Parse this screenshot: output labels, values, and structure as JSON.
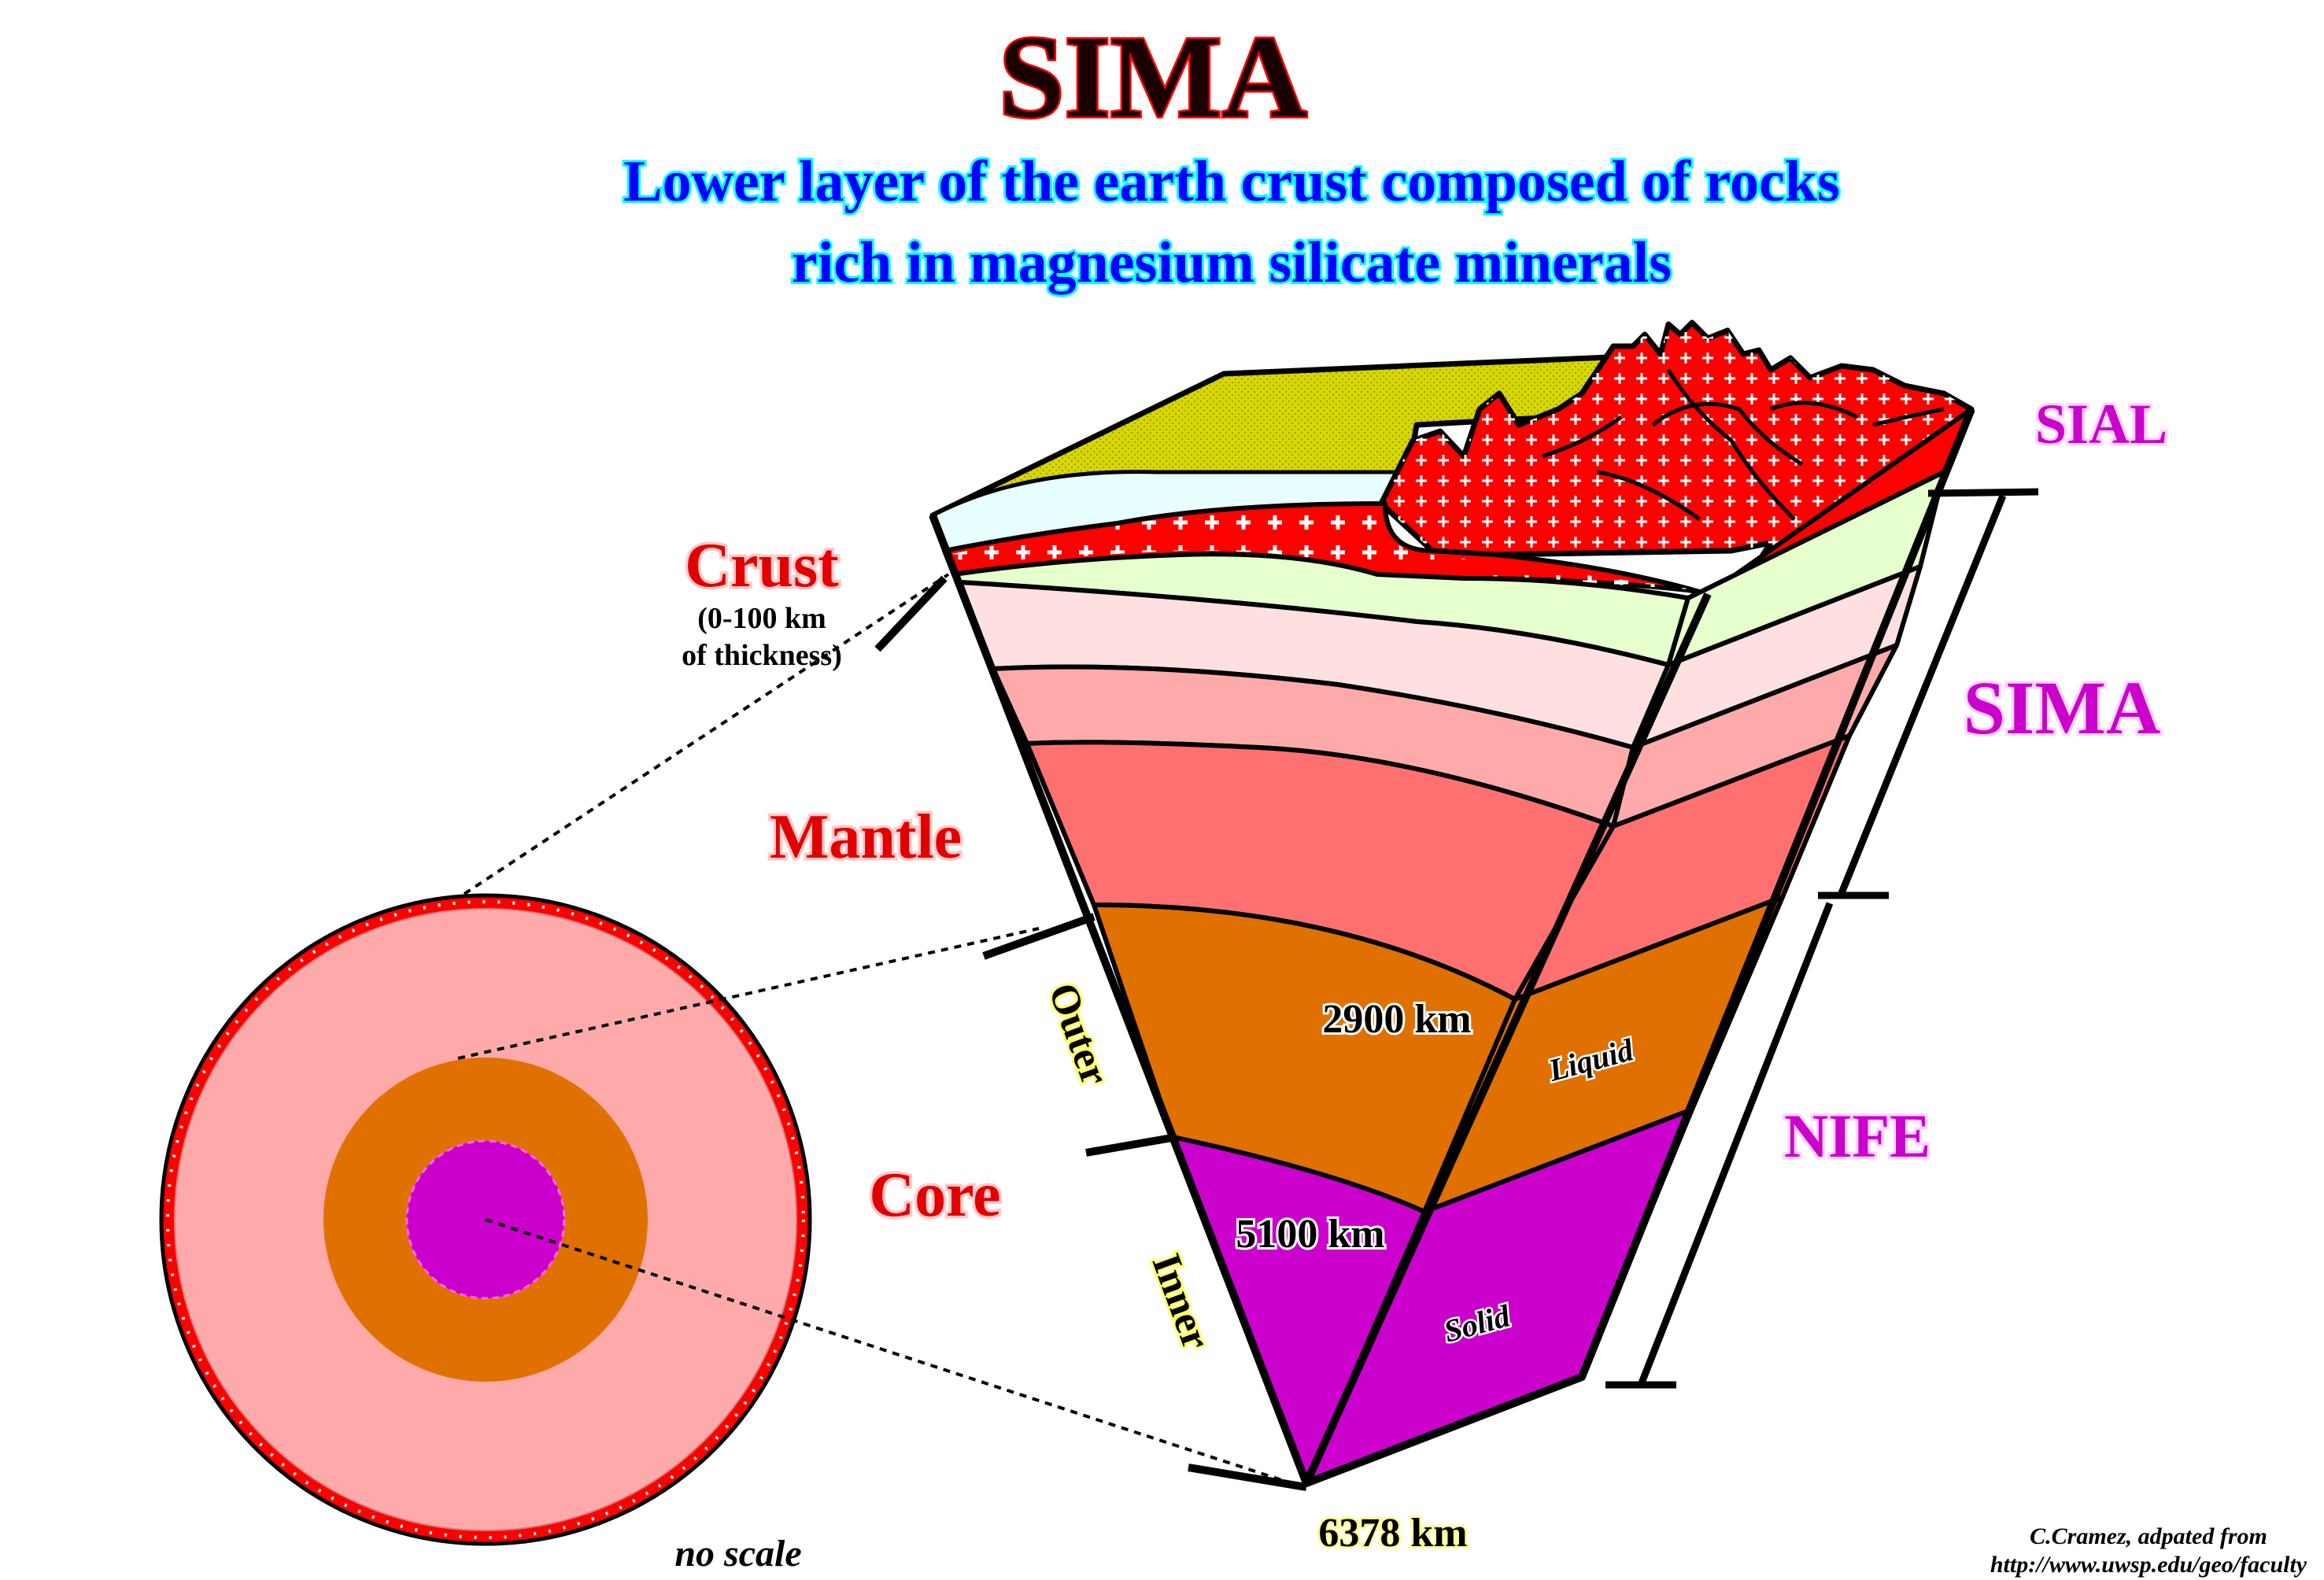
{
  "title": "SIMA",
  "subtitle_lines": [
    "Lower layer of the earth crust composed of rocks",
    "rich in magnesium silicate minerals"
  ],
  "labels": {
    "crust": "Crust",
    "crust_note_1": "(0-100 km",
    "crust_note_2": "of thickness)",
    "mantle": "Mantle",
    "core": "Core",
    "outer": "Outer",
    "inner": "Inner",
    "liquid": "Liquid",
    "solid": "Solid",
    "sial": "SIAL",
    "sima": "SIMA",
    "nife": "NIFE",
    "depth_2900": "2900 km",
    "depth_5100": "5100 km",
    "depth_6378": "6378 km",
    "no_scale": "no scale",
    "credit_1": "C.Cramez, adpated from",
    "credit_2": "http://www.uwsp.edu/geo/faculty"
  },
  "colors": {
    "crust_red": "#ff0000",
    "mantle_pink": "#ffaaaa",
    "outer_core_orange": "#e07000",
    "inner_core_magenta": "#cc00cc",
    "upper_green": "#e6ffcc",
    "surface_yellow": "#d4d400",
    "ocean_blue": "#e8ffff",
    "title_blue": "#0000ff"
  }
}
